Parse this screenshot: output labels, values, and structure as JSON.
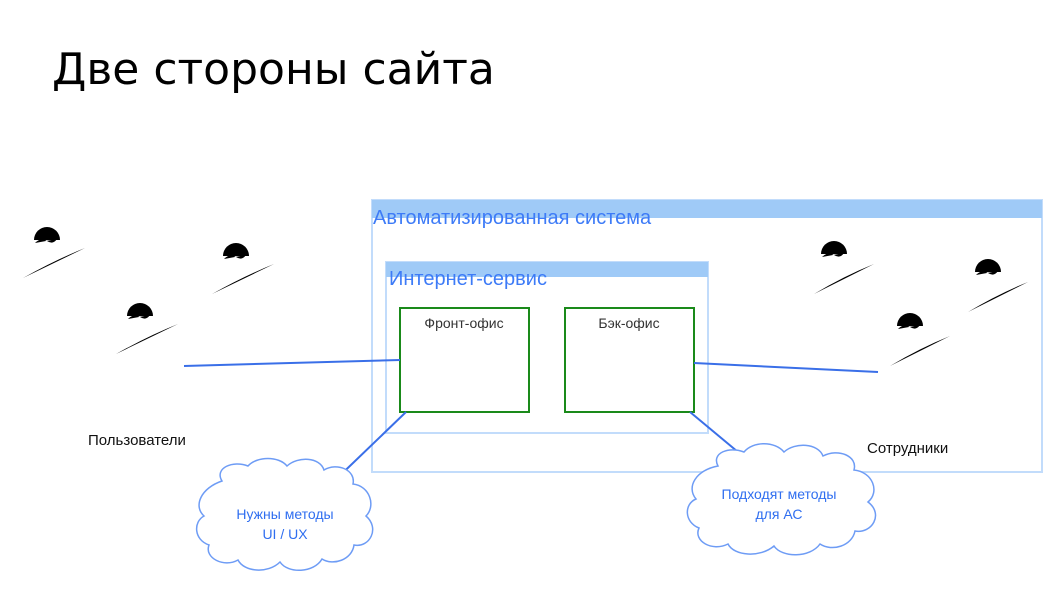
{
  "slide": {
    "title": "Две стороны сайта"
  },
  "diagram": {
    "system_label": "Автоматизированная система",
    "service_label": "Интернет-сервис",
    "front_office_label": "Фронт-офис",
    "back_office_label": "Бэк-офис",
    "users_label": "Пользователи",
    "employees_label": "Сотрудники",
    "cloud_left": {
      "line1": "Нужны методы",
      "line2": "UI / UX"
    },
    "cloud_right": {
      "line1": "Подходят методы",
      "line2": "для АС"
    },
    "colors": {
      "system_border": "#c2dcfb",
      "system_header": "#9fcaf7",
      "label_blue": "#3d7bf7",
      "office_border": "#1a8a1a",
      "connector": "#3a6fe8",
      "actor": "#ee1111",
      "cloud_border": "#6e9cf5"
    },
    "icons": [
      "stick-figure-icon",
      "cloud-icon"
    ]
  }
}
